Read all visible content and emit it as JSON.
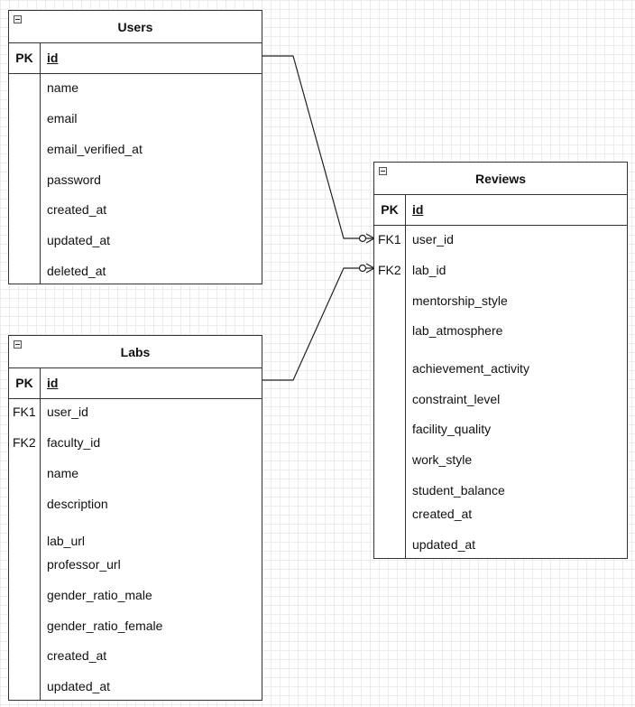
{
  "entities": {
    "users": {
      "title": "Users",
      "pk_label": "PK",
      "pk_field": "id",
      "fields": [
        {
          "key": "",
          "name": "name"
        },
        {
          "key": "",
          "name": "email"
        },
        {
          "key": "",
          "name": "email_verified_at"
        },
        {
          "key": "",
          "name": "password"
        },
        {
          "key": "",
          "name": "created_at"
        },
        {
          "key": "",
          "name": "updated_at"
        },
        {
          "key": "",
          "name": "deleted_at"
        }
      ]
    },
    "labs": {
      "title": "Labs",
      "pk_label": "PK",
      "pk_field": "id",
      "fields": [
        {
          "key": "FK1",
          "name": "user_id"
        },
        {
          "key": "FK2",
          "name": "faculty_id"
        },
        {
          "key": "",
          "name": "name"
        },
        {
          "key": "",
          "name": "description"
        },
        {
          "key": "",
          "name": "lab_url"
        },
        {
          "key": "",
          "name": "professor_url"
        },
        {
          "key": "",
          "name": "gender_ratio_male"
        },
        {
          "key": "",
          "name": "gender_ratio_female"
        },
        {
          "key": "",
          "name": "created_at"
        },
        {
          "key": "",
          "name": "updated_at"
        }
      ]
    },
    "reviews": {
      "title": "Reviews",
      "pk_label": "PK",
      "pk_field": "id",
      "fields": [
        {
          "key": "FK1",
          "name": "user_id"
        },
        {
          "key": "FK2",
          "name": "lab_id"
        },
        {
          "key": "",
          "name": "mentorship_style"
        },
        {
          "key": "",
          "name": "lab_atmosphere"
        },
        {
          "key": "",
          "name": "achievement_activity"
        },
        {
          "key": "",
          "name": "constraint_level"
        },
        {
          "key": "",
          "name": "facility_quality"
        },
        {
          "key": "",
          "name": "work_style"
        },
        {
          "key": "",
          "name": "student_balance"
        },
        {
          "key": "",
          "name": "created_at"
        },
        {
          "key": "",
          "name": "updated_at"
        }
      ]
    }
  },
  "relationships": [
    {
      "from": "users.id",
      "to": "reviews.user_id",
      "type": "one-to-many"
    },
    {
      "from": "labs.id",
      "to": "reviews.lab_id",
      "type": "one-to-many"
    }
  ],
  "colors": {
    "border": "#333333",
    "grid": "#ececec",
    "background": "#ffffff"
  }
}
